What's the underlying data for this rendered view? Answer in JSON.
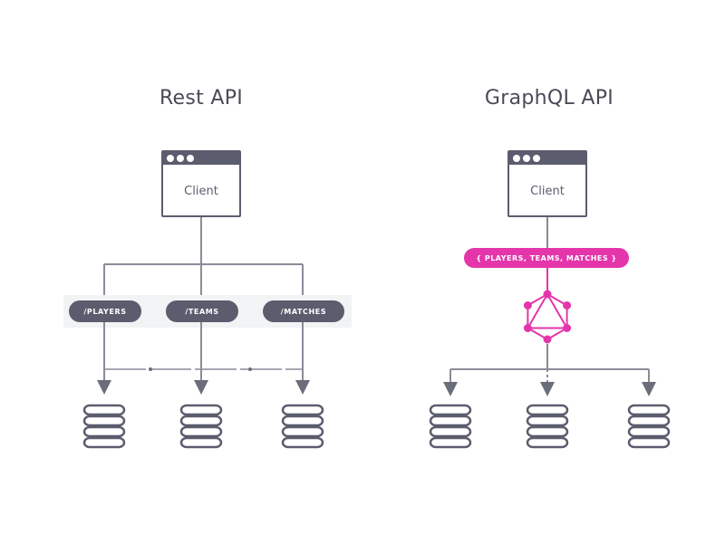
{
  "rest": {
    "title": "Rest API",
    "client_label": "Client",
    "endpoints": [
      "/PLAYERS",
      "/TEAMS",
      "/MATCHES"
    ]
  },
  "graphql": {
    "title": "GraphQL API",
    "client_label": "Client",
    "query_label": "{ PLAYERS, TEAMS, MATCHES }"
  },
  "colors": {
    "dark": "#5b5d6e",
    "line": "#8a8c98",
    "graphql_pink": "#e535ab",
    "band": "#f2f3f5"
  },
  "icons": {
    "client_window": "browser-window-icon",
    "database": "database-icon",
    "graphql_logo": "graphql-logo-icon"
  }
}
